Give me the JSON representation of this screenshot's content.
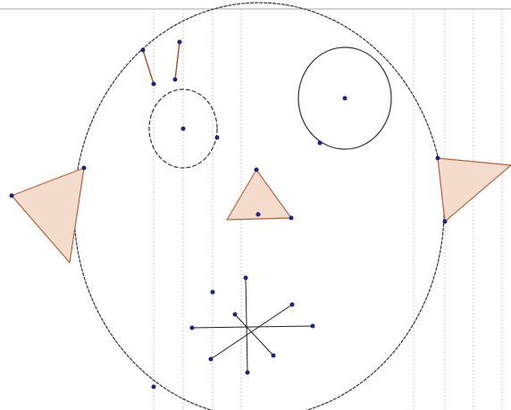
{
  "canvas": {
    "background": "#ffffff"
  },
  "colors": {
    "circle": "#333333",
    "point": "#1f1f8c",
    "triangle_fill": "#f3dccc",
    "triangle_stroke": "#b4643c",
    "eyebrow": "#a0522d",
    "gridline": "#c8c8c8",
    "top_line": "#aaaaaa",
    "segment": "#222222"
  },
  "shapes": {
    "head": "circle",
    "left_eye": "circle",
    "right_eye": "circle",
    "nose": "triangle",
    "left_ear": "triangle",
    "right_ear": "triangle",
    "eyebrow": "segments",
    "mouth": "crossing-segments"
  }
}
